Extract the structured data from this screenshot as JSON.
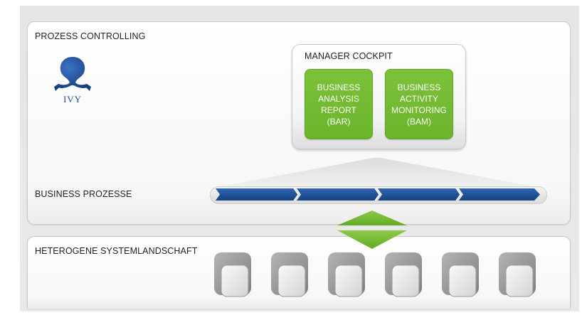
{
  "sections": {
    "controlling": "PROZESS CONTROLLING",
    "processes": "BUSINESS PROZESSE",
    "systems": "HETEROGENE SYSTEMLANDSCHAFT"
  },
  "logo": {
    "text": "IVY",
    "color": "#1f4f96"
  },
  "cockpit": {
    "title": "MANAGER COCKPIT",
    "boxes": [
      {
        "lines": [
          "BUSINESS",
          "ANALYSIS",
          "REPORT",
          "(BAR)"
        ]
      },
      {
        "lines": [
          "BUSINESS",
          "ACTIVITY",
          "MONITORING",
          "(BAM)"
        ]
      }
    ]
  },
  "process_bar": {
    "segments": 4,
    "color": "#1f4f96"
  },
  "systems": {
    "count": 6
  },
  "colors": {
    "green": "#6fb82f",
    "blue": "#1f4f96",
    "panel_border": "#c9c9c9"
  }
}
